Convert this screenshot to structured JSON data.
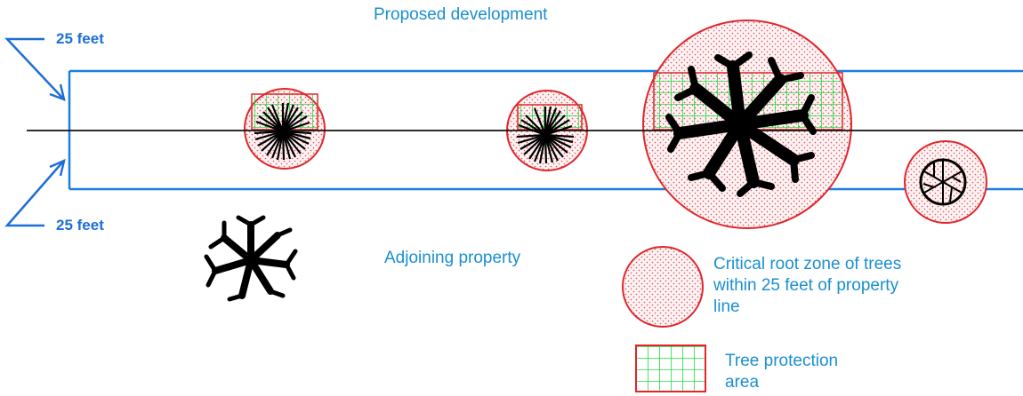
{
  "labels": {
    "top": "Proposed development",
    "bottom": "Adjoining property",
    "dim_top": "25 feet",
    "dim_bottom": "25 feet"
  },
  "legend": {
    "root_zone": "Critical root zone of trees within 25 feet of property line",
    "protection": "Tree protection area"
  },
  "colors": {
    "buffer_line": "#1a7fe0",
    "property_line": "#111111",
    "root_zone_stroke": "#e0262b",
    "root_zone_dots": "#e64a5a",
    "protection_grid": "#22dd44",
    "label_text": "#1a8fd0",
    "tree": "#000000"
  }
}
